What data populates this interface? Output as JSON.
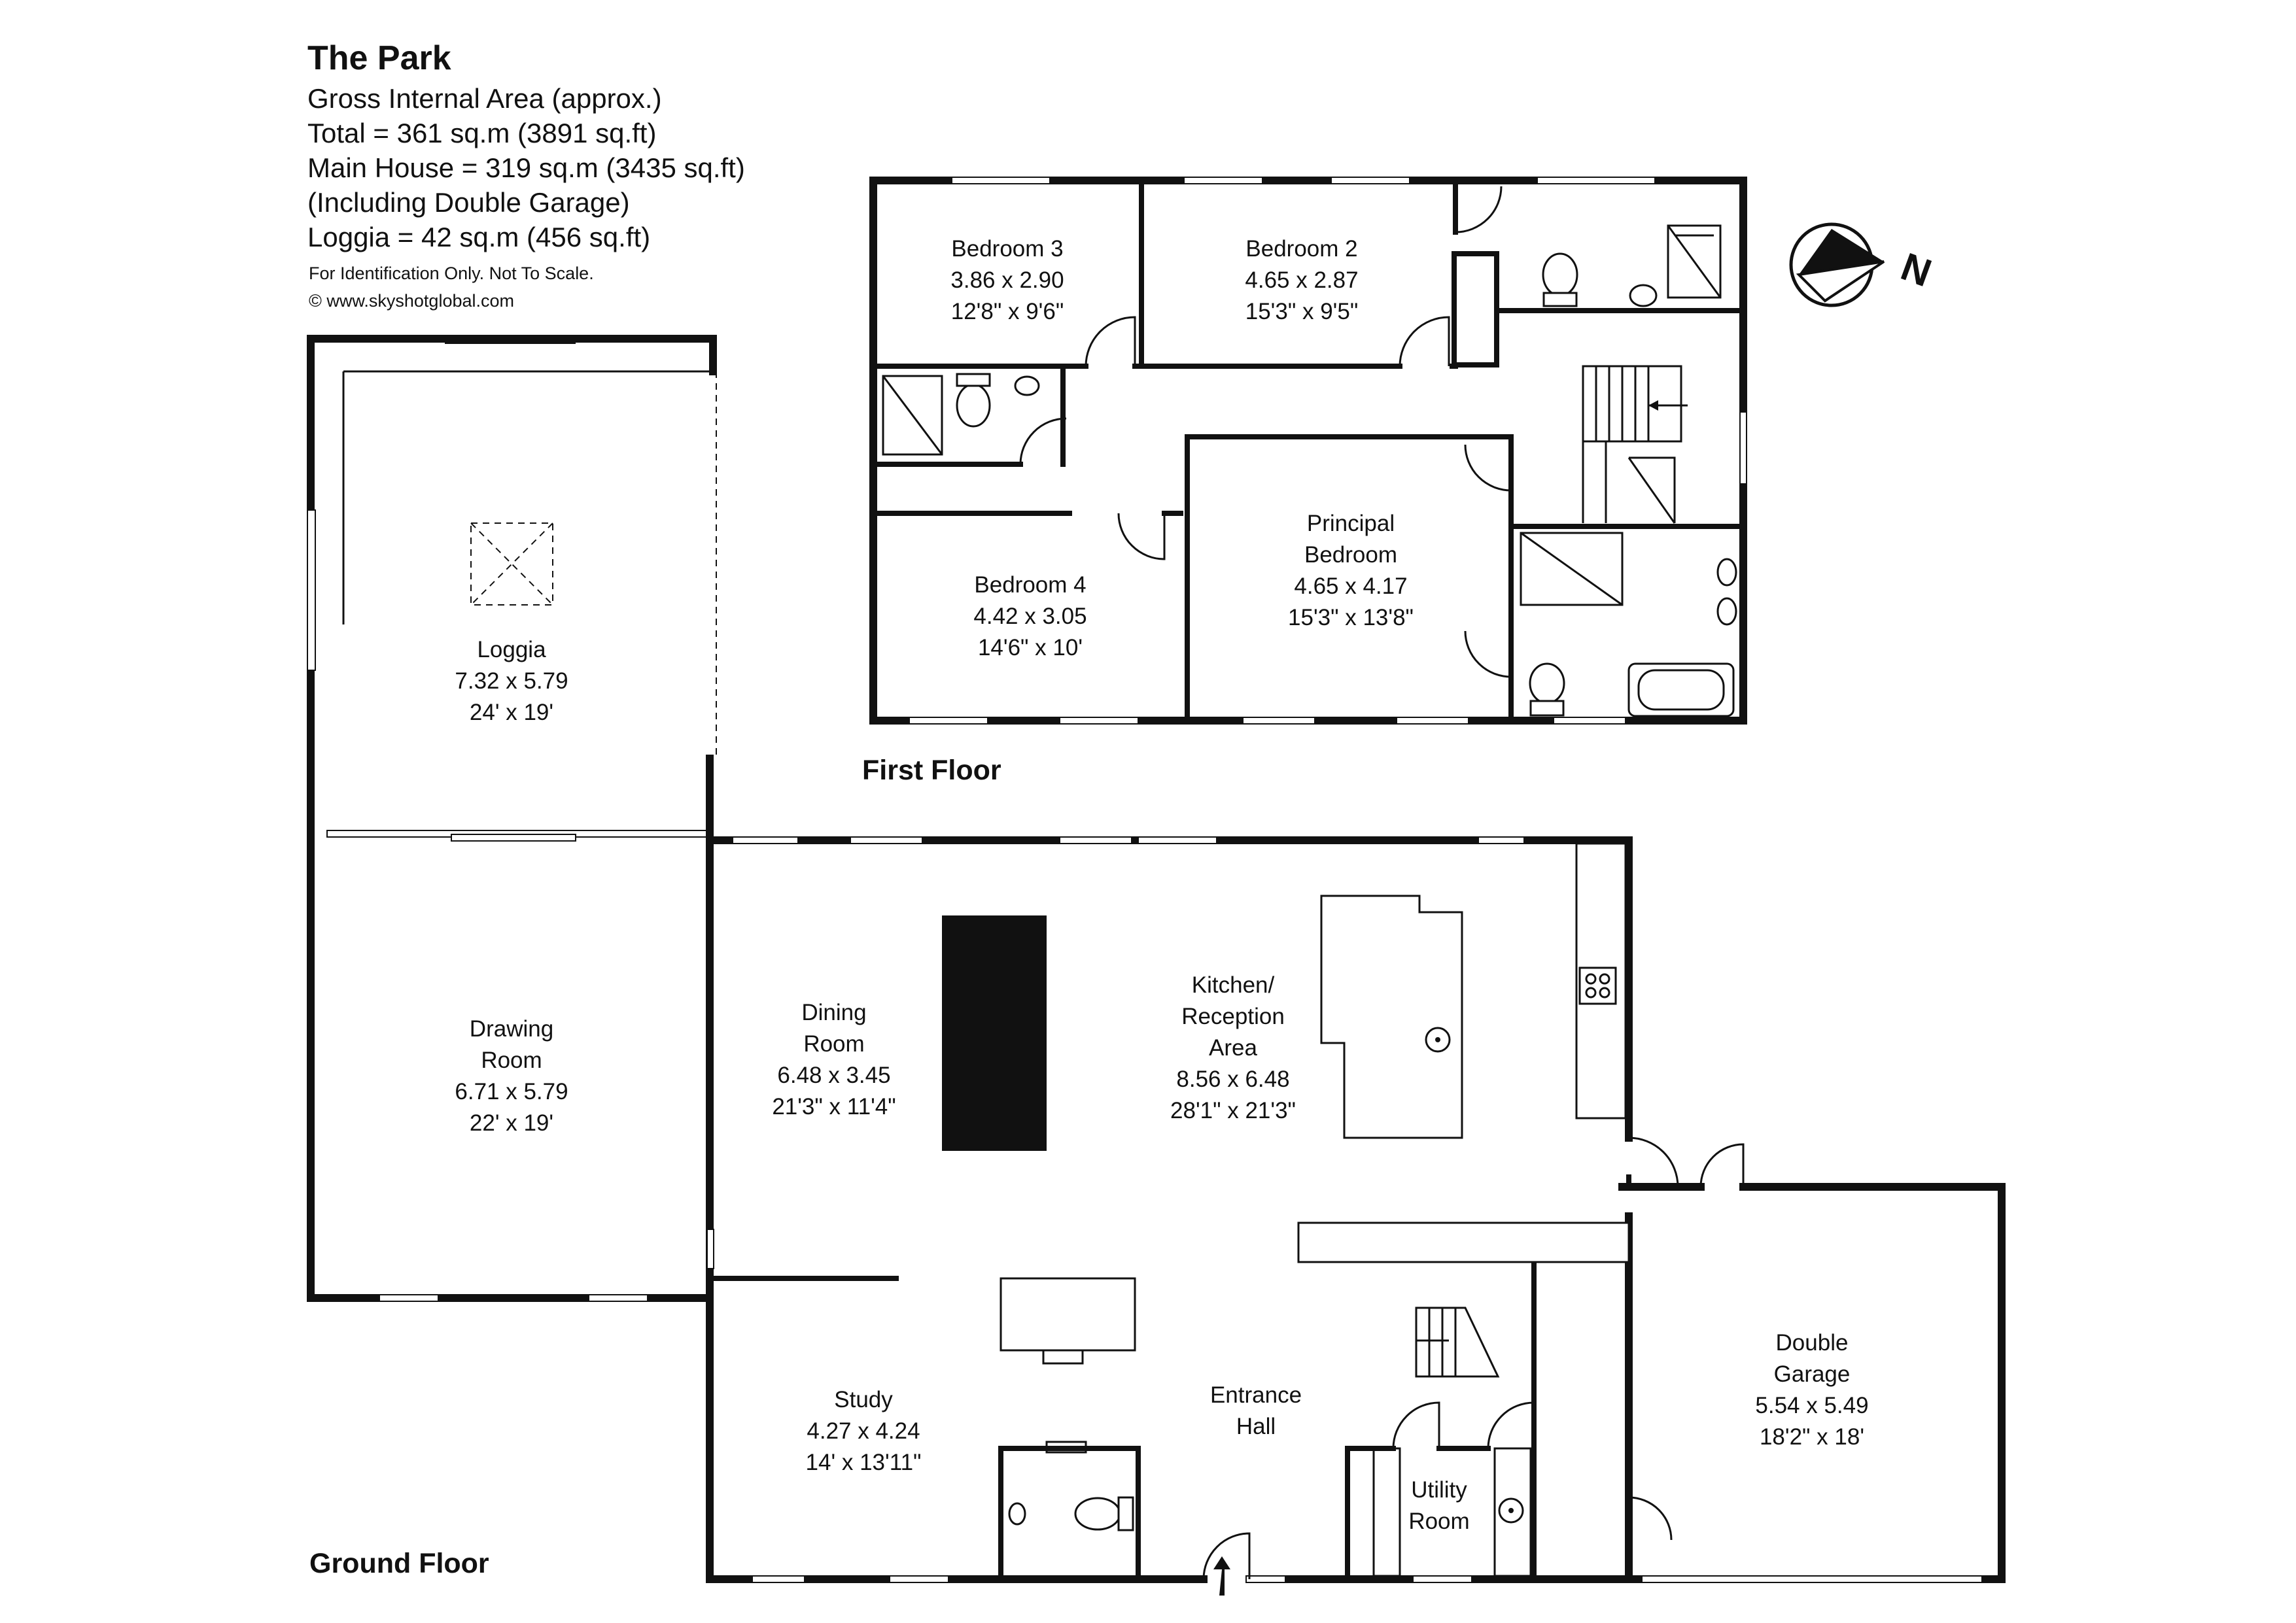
{
  "header": {
    "title": "The Park",
    "lines": [
      "Gross Internal Area (approx.)",
      "Total = 361 sq.m (3891 sq.ft)",
      "Main House = 319 sq.m (3435 sq.ft)",
      "(Including Double Garage)",
      "Loggia = 42 sq.m (456 sq.ft)"
    ],
    "disclaimer": "For Identification Only. Not To Scale.",
    "copyright": "© www.skyshotglobal.com"
  },
  "compass": {
    "label": "N",
    "icon": "north-arrow-icon"
  },
  "floors": {
    "first": "First Floor",
    "ground": "Ground Floor"
  },
  "rooms": {
    "bedroom3": [
      "Bedroom 3",
      "3.86 x 2.90",
      "12'8\" x 9'6\""
    ],
    "bedroom2": [
      "Bedroom 2",
      "4.65 x 2.87",
      "15'3\" x 9'5\""
    ],
    "bedroom4": [
      "Bedroom 4",
      "4.42 x 3.05",
      "14'6\" x 10'"
    ],
    "principal": [
      "Principal",
      "Bedroom",
      "4.65 x 4.17",
      "15'3\" x 13'8\""
    ],
    "loggia": [
      "Loggia",
      "7.32 x 5.79",
      "24' x 19'"
    ],
    "drawing": [
      "Drawing",
      "Room",
      "6.71 x 5.79",
      "22' x 19'"
    ],
    "dining": [
      "Dining",
      "Room",
      "6.48 x 3.45",
      "21'3\" x 11'4\""
    ],
    "kitchen": [
      "Kitchen/",
      "Reception",
      "Area",
      "8.56 x 6.48",
      "28'1\" x 21'3\""
    ],
    "study": [
      "Study",
      "4.27 x 4.24",
      "14' x 13'11\""
    ],
    "entrance": [
      "Entrance",
      "Hall"
    ],
    "utility": [
      "Utility",
      "Room"
    ],
    "garage": [
      "Double",
      "Garage",
      "5.54 x 5.49",
      "18'2\" x 18'"
    ]
  },
  "colors": {
    "wall": "#111111",
    "background": "#ffffff"
  }
}
